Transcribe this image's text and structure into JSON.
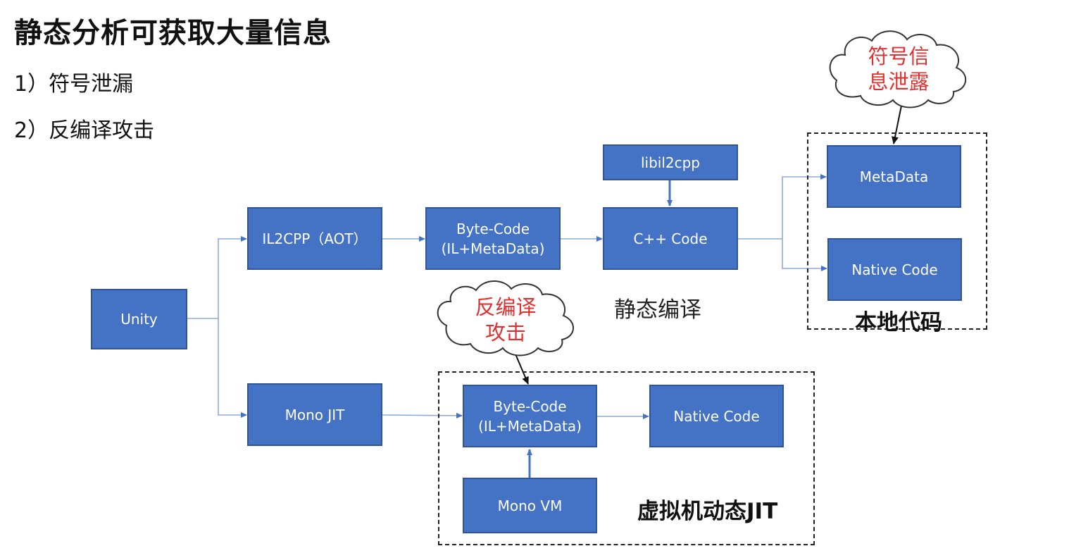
{
  "title": "静态分析可获取大量信息",
  "points": [
    "1）符号泄漏",
    "2）反编译攻击"
  ],
  "boxes": {
    "unity": "Unity",
    "il2cpp": "IL2CPP（AOT）",
    "bytecode_top_line1": "Byte-Code",
    "bytecode_top_line2": "(IL+MetaData)",
    "libil2cpp": "libil2cpp",
    "cpp_code": "C++ Code",
    "metadata": "MetaData",
    "native_code_top": "Native Code",
    "mono_jit": "Mono JIT",
    "bytecode_bottom_line1": "Byte-Code",
    "bytecode_bottom_line2": "(IL+MetaData)",
    "native_code_bottom": "Native Code",
    "mono_vm": "Mono VM"
  },
  "labels": {
    "static_compile": "静态编译",
    "native_code_group": "本地代码",
    "vm_dynamic_jit": "虚拟机动态JIT"
  },
  "clouds": {
    "symbol_leak_line1": "符号信",
    "symbol_leak_line2": "息泄露",
    "decompile_line1": "反编译",
    "decompile_line2": "攻击"
  },
  "colors": {
    "box_fill": "#4472C4",
    "box_border": "#2F5597",
    "connector": "#8FA9DC",
    "callout_text": "#E03030"
  }
}
